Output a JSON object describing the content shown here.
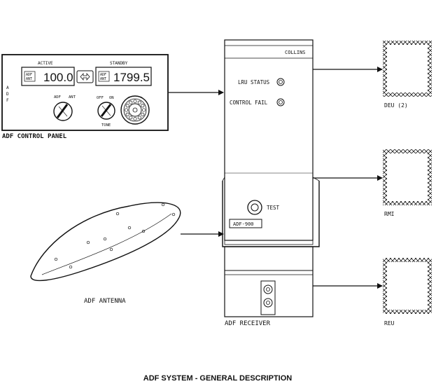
{
  "control_panel": {
    "title": "ADF CONTROL PANEL",
    "side_label": [
      "A",
      "D",
      "F"
    ],
    "active_label": "ACTIVE",
    "standby_label": "STANDBY",
    "active_mode": [
      "ADF",
      "ANT"
    ],
    "standby_mode": [
      "ADF",
      "ANT"
    ],
    "active_freq": "100.0",
    "standby_freq": "1799.5",
    "mode_knob_labels": [
      "ADF",
      "ANT"
    ],
    "tone_knob_labels": [
      "OFF",
      "ON"
    ],
    "tone_label": "TONE"
  },
  "receiver": {
    "brand": "COLLINS",
    "lru_status": "LRU STATUS",
    "control_fail": "CONTROL FAIL",
    "test": "TEST",
    "model": "ADF-900",
    "caption": "ADF RECEIVER"
  },
  "antenna": {
    "caption": "ADF ANTENNA"
  },
  "outputs": [
    {
      "label": "DEU (2)"
    },
    {
      "label": "RMI"
    },
    {
      "label": "REU"
    }
  ],
  "footer": {
    "title": "ADF SYSTEM - GENERAL DESCRIPTION"
  }
}
